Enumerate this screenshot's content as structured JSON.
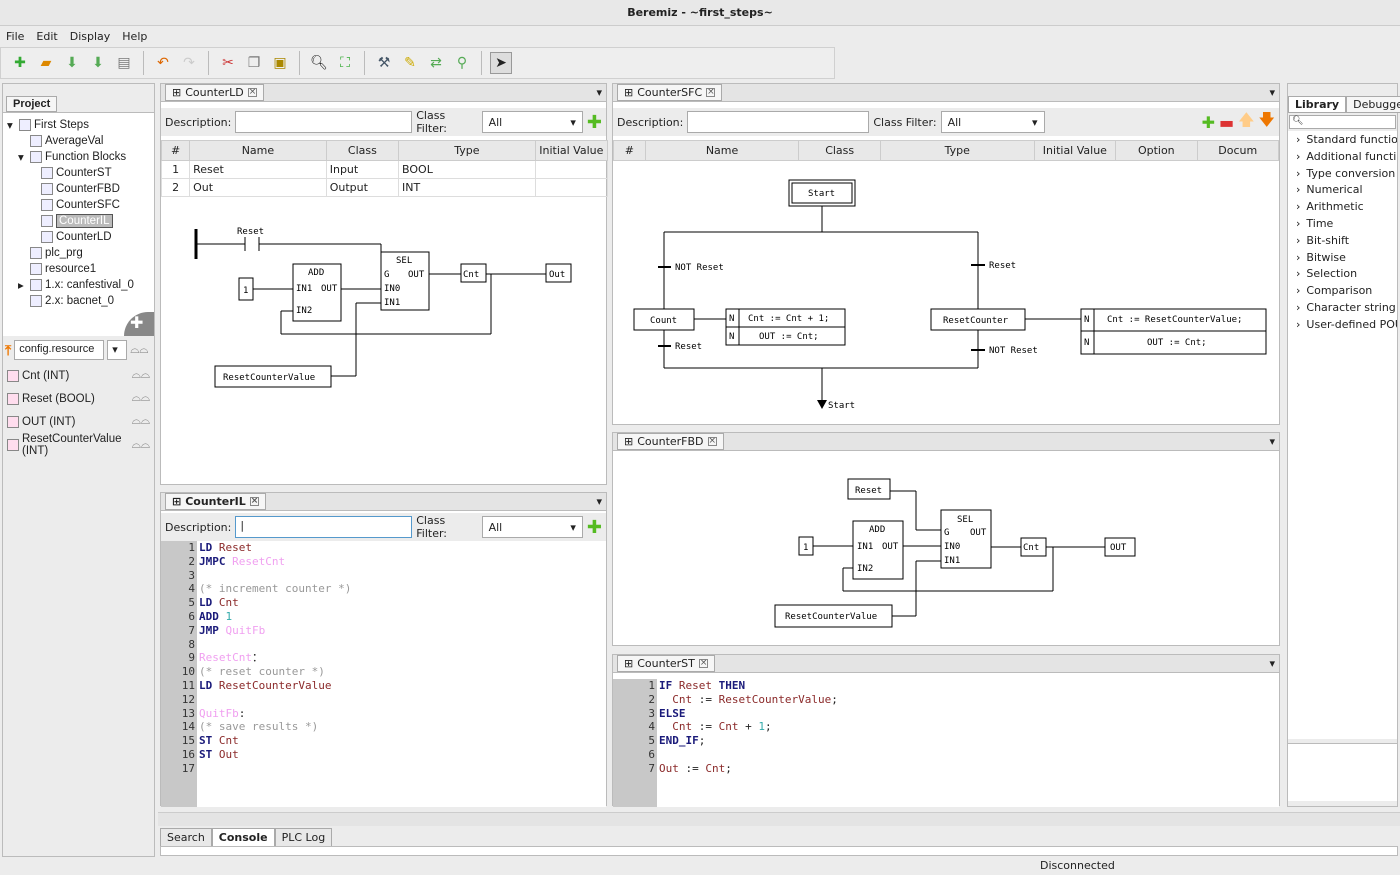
{
  "window": {
    "title": "Beremiz - ~first_steps~"
  },
  "menu": [
    "File",
    "Edit",
    "Display",
    "Help"
  ],
  "project": {
    "tab": "Project",
    "tree": [
      {
        "label": "First Steps",
        "level": 0,
        "expander": "▾"
      },
      {
        "label": "AverageVal",
        "level": 1
      },
      {
        "label": "Function Blocks",
        "level": 1,
        "expander": "▾"
      },
      {
        "label": "CounterST",
        "level": 2
      },
      {
        "label": "CounterFBD",
        "level": 2
      },
      {
        "label": "CounterSFC",
        "level": 2
      },
      {
        "label": "CounterIL",
        "level": 2,
        "selected": true
      },
      {
        "label": "CounterLD",
        "level": 2
      },
      {
        "label": "plc_prg",
        "level": 1
      },
      {
        "label": "resource1",
        "level": 1
      },
      {
        "label": "1.x: canfestival_0",
        "level": 1,
        "expander": "▸"
      },
      {
        "label": "2.x: bacnet_0",
        "level": 1
      }
    ]
  },
  "debug": {
    "instance": "config.resource",
    "vars": [
      "Cnt (INT)",
      "Reset (BOOL)",
      "OUT (INT)",
      "ResetCounterValue (INT)"
    ]
  },
  "common": {
    "description": "Description:",
    "class_filter": "Class Filter:",
    "all": "All"
  },
  "ld": {
    "tab": "CounterLD",
    "headers": [
      "#",
      "Name",
      "Class",
      "Type",
      "Initial Value"
    ],
    "rows": [
      [
        "1",
        "Reset",
        "Input",
        "BOOL",
        ""
      ],
      [
        "2",
        "Out",
        "Output",
        "INT",
        ""
      ]
    ],
    "diagram": {
      "reset": "Reset",
      "one": "1",
      "add": "ADD",
      "in1": "IN1",
      "out": "OUT",
      "in2": "IN2",
      "sel": "SEL",
      "g": "G",
      "in0": "IN0",
      "sel_in1": "IN1",
      "cnt": "Cnt",
      "outv": "Out",
      "rcv": "ResetCounterValue"
    }
  },
  "il": {
    "tab": "CounterIL",
    "description_value": "|",
    "lines": [
      [
        [
          "kw",
          "LD "
        ],
        [
          "var",
          "Reset"
        ]
      ],
      [
        [
          "kw",
          "JMPC "
        ],
        [
          "lbl",
          "ResetCnt"
        ]
      ],
      [],
      [
        [
          "cmt",
          "(* increment counter *)"
        ]
      ],
      [
        [
          "kw",
          "LD "
        ],
        [
          "var",
          "Cnt"
        ]
      ],
      [
        [
          "kw",
          "ADD "
        ],
        [
          "num",
          "1"
        ]
      ],
      [
        [
          "kw",
          "JMP "
        ],
        [
          "lbl",
          "QuitFb"
        ]
      ],
      [],
      [
        [
          "lbl",
          "ResetCnt"
        ],
        [
          "",
          "："
        ]
      ],
      [
        [
          "cmt",
          "(* reset counter *)"
        ]
      ],
      [
        [
          "kw",
          "LD "
        ],
        [
          "var",
          "ResetCounterValue"
        ]
      ],
      [],
      [
        [
          "lbl",
          "QuitFb"
        ],
        [
          "",
          ":"
        ]
      ],
      [
        [
          "cmt",
          "(* save results *)"
        ]
      ],
      [
        [
          "kw",
          "ST "
        ],
        [
          "var",
          "Cnt"
        ]
      ],
      [
        [
          "kw",
          "ST "
        ],
        [
          "var",
          "Out"
        ]
      ],
      []
    ]
  },
  "sfc": {
    "tab": "CounterSFC",
    "headers": [
      "#",
      "Name",
      "Class",
      "Type",
      "Initial Value",
      "Option",
      "Docum"
    ],
    "diagram": {
      "start": "Start",
      "not_reset": "NOT Reset",
      "reset": "Reset",
      "count": "Count",
      "reset_counter": "ResetCounter",
      "n": "N",
      "a1": "Cnt := Cnt + 1;",
      "a2": "OUT := Cnt;",
      "a3": "Cnt := ResetCounterValue;",
      "a4": "OUT := Cnt;",
      "reset2": "Reset",
      "not_reset2": "NOT Reset",
      "jump": "Start"
    }
  },
  "fbd": {
    "tab": "CounterFBD",
    "diagram": {
      "reset": "Reset",
      "one": "1",
      "add": "ADD",
      "in1": "IN1",
      "out": "OUT",
      "in2": "IN2",
      "sel": "SEL",
      "g": "G",
      "sel_out": "OUT",
      "in0": "IN0",
      "sel_in1": "IN1",
      "cnt": "Cnt",
      "outv": "OUT",
      "rcv": "ResetCounterValue"
    }
  },
  "st": {
    "tab": "CounterST",
    "lines": [
      [
        [
          "kw",
          "IF "
        ],
        [
          "var",
          "Reset "
        ],
        [
          "kw",
          "THEN"
        ]
      ],
      [
        [
          "",
          "  "
        ],
        [
          "var",
          "Cnt "
        ],
        [
          "",
          ":= "
        ],
        [
          "var",
          "ResetCounterValue"
        ],
        [
          "",
          ";"
        ]
      ],
      [
        [
          "kw",
          "ELSE"
        ]
      ],
      [
        [
          "",
          "  "
        ],
        [
          "var",
          "Cnt "
        ],
        [
          "",
          ":= "
        ],
        [
          "var",
          "Cnt "
        ],
        [
          "",
          "+ "
        ],
        [
          "num",
          "1"
        ],
        [
          "",
          ";"
        ]
      ],
      [
        [
          "kw",
          "END_IF"
        ],
        [
          "",
          ";"
        ]
      ],
      [],
      [
        [
          "var",
          "Out "
        ],
        [
          "",
          ":= "
        ],
        [
          "var",
          "Cnt"
        ],
        [
          "",
          ";"
        ]
      ]
    ]
  },
  "library": {
    "tabs": [
      "Library",
      "Debugger"
    ],
    "items": [
      "Standard function",
      "Additional function",
      "Type conversion",
      "Numerical",
      "Arithmetic",
      "Time",
      "Bit-shift",
      "Bitwise",
      "Selection",
      "Comparison",
      "Character string",
      "User-defined POU"
    ]
  },
  "bottom": {
    "tabs": [
      "Search",
      "Console",
      "PLC Log"
    ]
  },
  "status": {
    "text": "Disconnected"
  }
}
